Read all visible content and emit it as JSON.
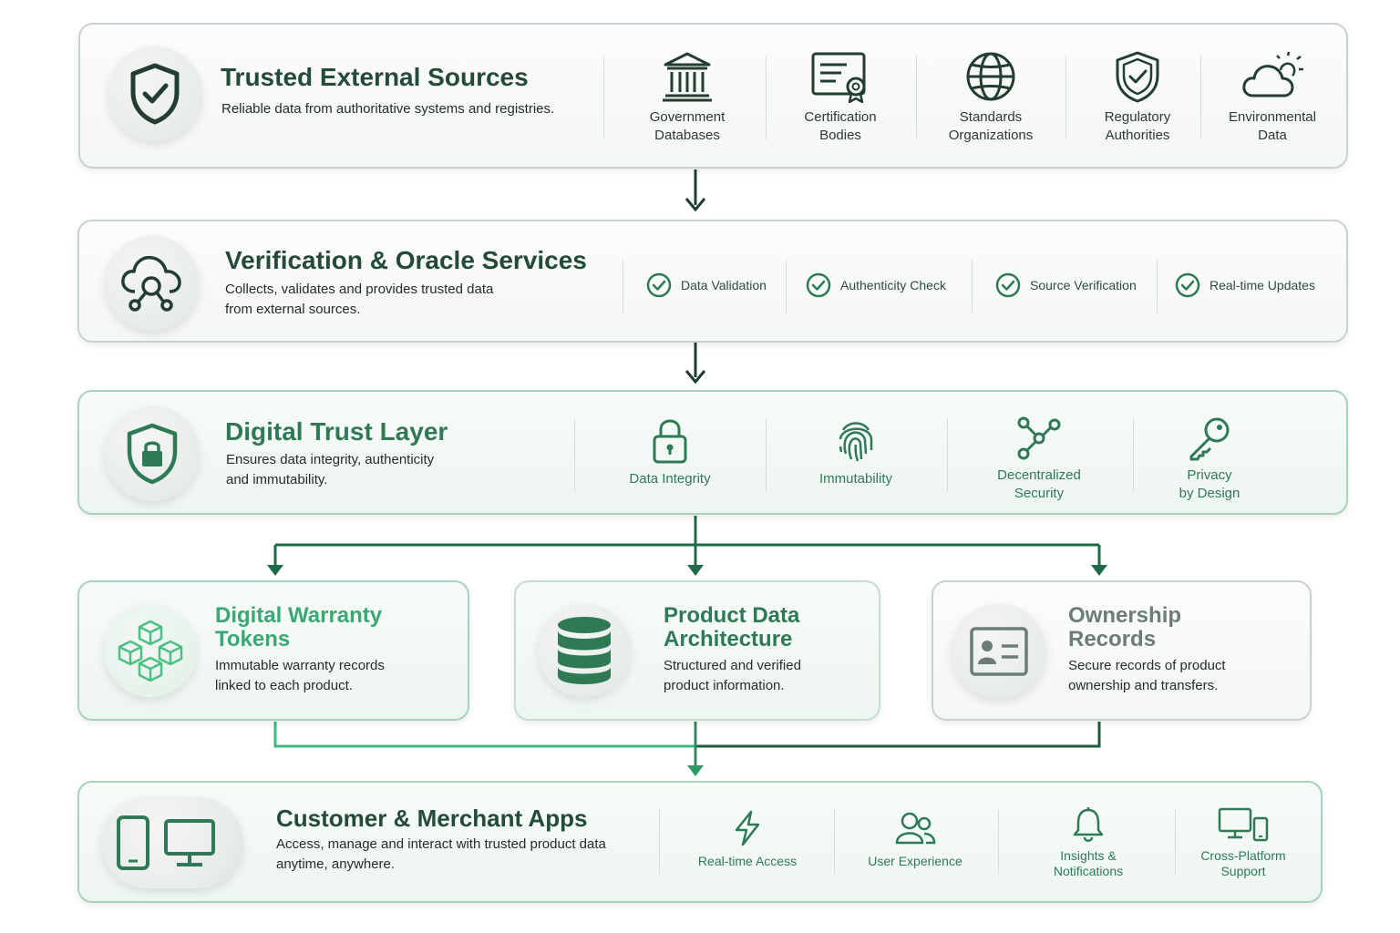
{
  "layer1": {
    "title": "Trusted External Sources",
    "desc": "Reliable data from authoritative systems and registries.",
    "items": [
      {
        "line1": "Government",
        "line2": "Databases",
        "icon": "government-building-icon"
      },
      {
        "line1": "Certification",
        "line2": "Bodies",
        "icon": "certificate-icon"
      },
      {
        "line1": "Standards",
        "line2": "Organizations",
        "icon": "globe-icon"
      },
      {
        "line1": "Regulatory",
        "line2": "Authorities",
        "icon": "shield-check-icon"
      },
      {
        "line1": "Environmental",
        "line2": "Data",
        "icon": "cloud-sun-icon"
      }
    ]
  },
  "layer2": {
    "title": "Verification & Oracle Services",
    "desc_line1": "Collects, validates and provides trusted data",
    "desc_line2": "from external sources.",
    "checks": [
      "Data Validation",
      "Authenticity Check",
      "Source Verification",
      "Real-time Updates"
    ]
  },
  "layer3": {
    "title": "Digital Trust Layer",
    "desc_line1": "Ensures data integrity, authenticity",
    "desc_line2": "and immutability.",
    "items": [
      {
        "line1": "Data Integrity",
        "line2": "",
        "icon": "padlock-icon"
      },
      {
        "line1": "Immutability",
        "line2": "",
        "icon": "fingerprint-icon"
      },
      {
        "line1": "Decentralized",
        "line2": "Security",
        "icon": "network-nodes-icon"
      },
      {
        "line1": "Privacy",
        "line2": "by Design",
        "icon": "key-icon"
      }
    ]
  },
  "cards": [
    {
      "title_line1": "Digital Warranty",
      "title_line2": "Tokens",
      "desc_line1": "Immutable warranty records",
      "desc_line2": "linked to each product.",
      "icon": "cubes-icon"
    },
    {
      "title_line1": "Product Data",
      "title_line2": "Architecture",
      "desc_line1": "Structured and verified",
      "desc_line2": "product information.",
      "icon": "database-icon"
    },
    {
      "title_line1": "Ownership",
      "title_line2": "Records",
      "desc_line1": "Secure records of product",
      "desc_line2": "ownership and transfers.",
      "icon": "id-card-icon"
    }
  ],
  "layer5": {
    "title": "Customer & Merchant Apps",
    "desc_line1": "Access, manage and interact with trusted product data",
    "desc_line2": "anytime, anywhere.",
    "items": [
      {
        "line1": "Real-time Access",
        "line2": "",
        "icon": "lightning-icon"
      },
      {
        "line1": "User Experience",
        "line2": "",
        "icon": "users-icon"
      },
      {
        "line1": "Insights &",
        "line2": "Notifications",
        "icon": "bell-icon"
      },
      {
        "line1": "Cross-Platform",
        "line2": "Support",
        "icon": "devices-icon"
      }
    ]
  },
  "colors": {
    "dark_green": "#244a38",
    "mid_green": "#2f7a55",
    "bright_green": "#3aa874",
    "connector_dark": "#1f5c40",
    "connector_light": "#3dba82"
  }
}
